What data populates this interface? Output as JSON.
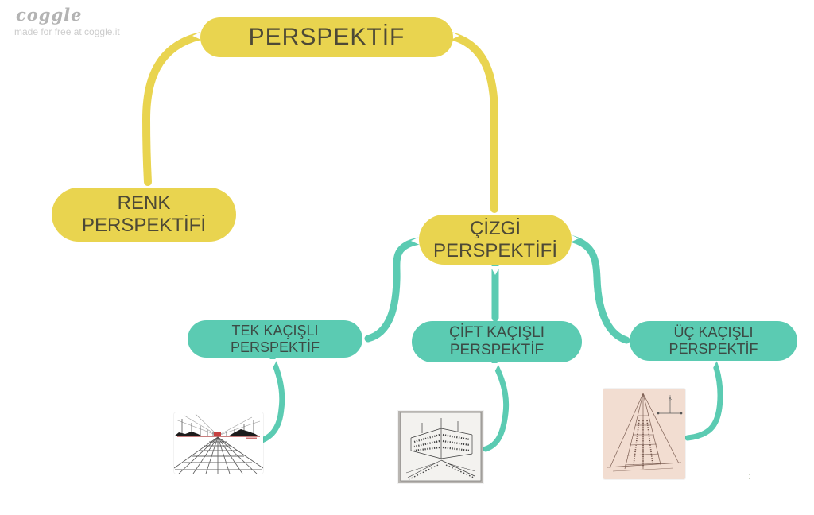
{
  "branding": {
    "logo": "coggle",
    "tagline": "made for free at coggle.it"
  },
  "colors": {
    "yellow": "#E9D44F",
    "yellow_text": "#4D4936",
    "teal": "#5BCBB2",
    "teal_text": "#3C4B45",
    "logo_gray": "#b3b3b3",
    "tagline_gray": "#cccccc",
    "horizon_red": "#a83333",
    "sketch_ink": "#3c3c3c",
    "pink_paper": "#f2ddd1"
  },
  "mindmap": {
    "root": {
      "label": "PERSPEKTİF"
    },
    "nodes": {
      "renk": {
        "label": "RENK PERSPEKTİFİ",
        "lines": [
          "RENK",
          "PERSPEKTİFİ"
        ]
      },
      "cizgi": {
        "label": "ÇİZGİ PERSPEKTİFİ",
        "lines": [
          "ÇİZGİ",
          "PERSPEKTİFİ"
        ]
      },
      "tek": {
        "label": "TEK KAÇIŞLI PERSPEKTİF",
        "lines": [
          "TEK KAÇIŞLI",
          "PERSPEKTİF"
        ]
      },
      "cift": {
        "label": "ÇİFT KAÇIŞLI PERSPEKTİF",
        "lines": [
          "ÇİFT KAÇIŞLI",
          "PERSPEKTİF"
        ]
      },
      "uc": {
        "label": "ÜÇ KAÇIŞLI PERSPEKTİF",
        "lines": [
          "ÜÇ KAÇIŞLI",
          "PERSPEKTİF"
        ]
      }
    },
    "images": {
      "one_point": {
        "name": "one-point-perspective-railway-drawing"
      },
      "two_point": {
        "name": "two-point-perspective-street-corner-drawing"
      },
      "three_point": {
        "name": "three-point-perspective-building-drawing"
      }
    }
  },
  "misc": {
    "stray_mark": ":"
  }
}
